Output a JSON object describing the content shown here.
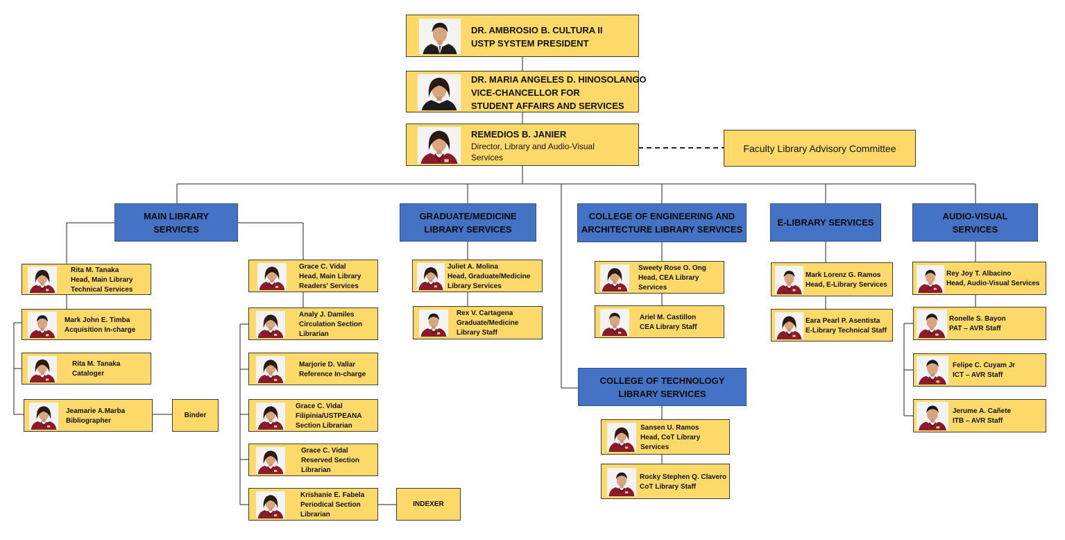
{
  "executives": [
    {
      "lines": [
        "DR. AMBROSIO B. CULTURA  II",
        "USTP SYSTEM PRESIDENT"
      ],
      "photo": {
        "gender": "m",
        "attire": "suit"
      }
    },
    {
      "lines": [
        "DR. MARIA ANGELES D. HINOSOLANGO",
        "VICE-CHANCELLOR FOR",
        "STUDENT AFFAIRS AND SERVICES"
      ],
      "photo": {
        "gender": "f",
        "attire": "black"
      }
    },
    {
      "lines": [
        "REMEDIOS B. JANIER",
        "Director, Library and  Audio-Visual",
        "Services"
      ],
      "photo": {
        "gender": "f",
        "attire": "maroon"
      }
    }
  ],
  "committee": {
    "label": "Faculty Library Advisory Committee"
  },
  "departments": [
    {
      "lines": [
        "MAIN LIBRARY",
        "SERVICES"
      ]
    },
    {
      "lines": [
        "GRADUATE/MEDICINE",
        "LIBRARY SERVICES"
      ]
    },
    {
      "lines": [
        "COLLEGE OF ENGINEERING AND",
        "ARCHITECTURE LIBRARY SERVICES"
      ]
    },
    {
      "lines": [
        "E-LIBRARY SERVICES"
      ]
    },
    {
      "lines": [
        "AUDIO-VISUAL",
        "SERVICES"
      ]
    },
    {
      "lines": [
        "COLLEGE OF TECHNOLOGY",
        "LIBRARY SERVICES"
      ]
    }
  ],
  "staff": [
    {
      "lines": [
        "Rita M. Tanaka",
        "Head, Main Library",
        "Technical Services"
      ],
      "photo": {
        "gender": "f"
      }
    },
    {
      "lines": [
        "Mark John E. Timba",
        "Acquisition In-charge"
      ],
      "photo": {
        "gender": "m"
      }
    },
    {
      "lines": [
        "Rita M. Tanaka",
        "Cataloger"
      ],
      "photo": {
        "gender": "f"
      }
    },
    {
      "lines": [
        "Jeamarie A.Marba",
        "Bibliographer"
      ],
      "photo": {
        "gender": "f"
      }
    },
    {
      "lines": [
        "Grace C. Vidal",
        "Head, Main Library",
        "Readers' Services"
      ],
      "photo": {
        "gender": "f"
      }
    },
    {
      "lines": [
        "Analy J. Damiles",
        "Circulation Section",
        "Librarian"
      ],
      "photo": {
        "gender": "f"
      }
    },
    {
      "lines": [
        "Marjorie D. Vallar",
        "Reference  In-charge"
      ],
      "photo": {
        "gender": "f"
      }
    },
    {
      "lines": [
        "Grace C. Vidal",
        "Filipinia/USTPEANA",
        "Section Librarian"
      ],
      "photo": {
        "gender": "f"
      }
    },
    {
      "lines": [
        "Grace C. Vidal",
        "Reserved Section",
        "Librarian"
      ],
      "photo": {
        "gender": "f"
      }
    },
    {
      "lines": [
        "Krishanie E. Fabela",
        "Periodical  Section",
        "Librarian"
      ],
      "photo": {
        "gender": "f"
      }
    },
    {
      "lines": [
        "Juliet A.  Molina",
        " Head, Graduate/Medicine",
        "Library Services"
      ],
      "photo": {
        "gender": "f"
      }
    },
    {
      "lines": [
        "Rex V. Cartagena",
        "Graduate/Medicine",
        "Library Staff"
      ],
      "photo": {
        "gender": "m"
      }
    },
    {
      "lines": [
        "Sweety Rose O. Ong",
        "Head, CEA Library",
        "Services"
      ],
      "photo": {
        "gender": "f"
      }
    },
    {
      "lines": [
        "Ariel M. Castillon",
        "CEA  Library Staff"
      ],
      "photo": {
        "gender": "m"
      }
    },
    {
      "lines": [
        "Sansen U. Ramos",
        "Head, CoT Library",
        "Services"
      ],
      "photo": {
        "gender": "f"
      }
    },
    {
      "lines": [
        "Rocky Stephen Q. Clavero",
        "CoT Library Staff"
      ],
      "photo": {
        "gender": "m"
      }
    },
    {
      "lines": [
        "Mark Lorenz G. Ramos",
        "Head, E-Library Services"
      ],
      "photo": {
        "gender": "m"
      }
    },
    {
      "lines": [
        "Eara Pearl P. Asentista",
        "E-Library Technical Staff"
      ],
      "photo": {
        "gender": "f"
      }
    },
    {
      "lines": [
        "Rey Joy T. Albacino",
        "Head, Audio-Visual Services"
      ],
      "photo": {
        "gender": "m"
      }
    },
    {
      "lines": [
        "Ronelle S. Bayon",
        "PAT – AVR Staff"
      ],
      "photo": {
        "gender": "m"
      }
    },
    {
      "lines": [
        "Felipe C. Cuyam Jr",
        "ICT – AVR Staff"
      ],
      "photo": {
        "gender": "m"
      }
    },
    {
      "lines": [
        "Jerume A. Cañete",
        "ITB – AVR Staff"
      ],
      "photo": {
        "gender": "m"
      }
    }
  ],
  "extras": {
    "binder": "Binder",
    "indexer": "INDEXER"
  },
  "colors": {
    "box_fill": "#FDD96A",
    "dept_fill": "#4472C4",
    "uniform": "#8B1A2B",
    "line": "#222222"
  }
}
